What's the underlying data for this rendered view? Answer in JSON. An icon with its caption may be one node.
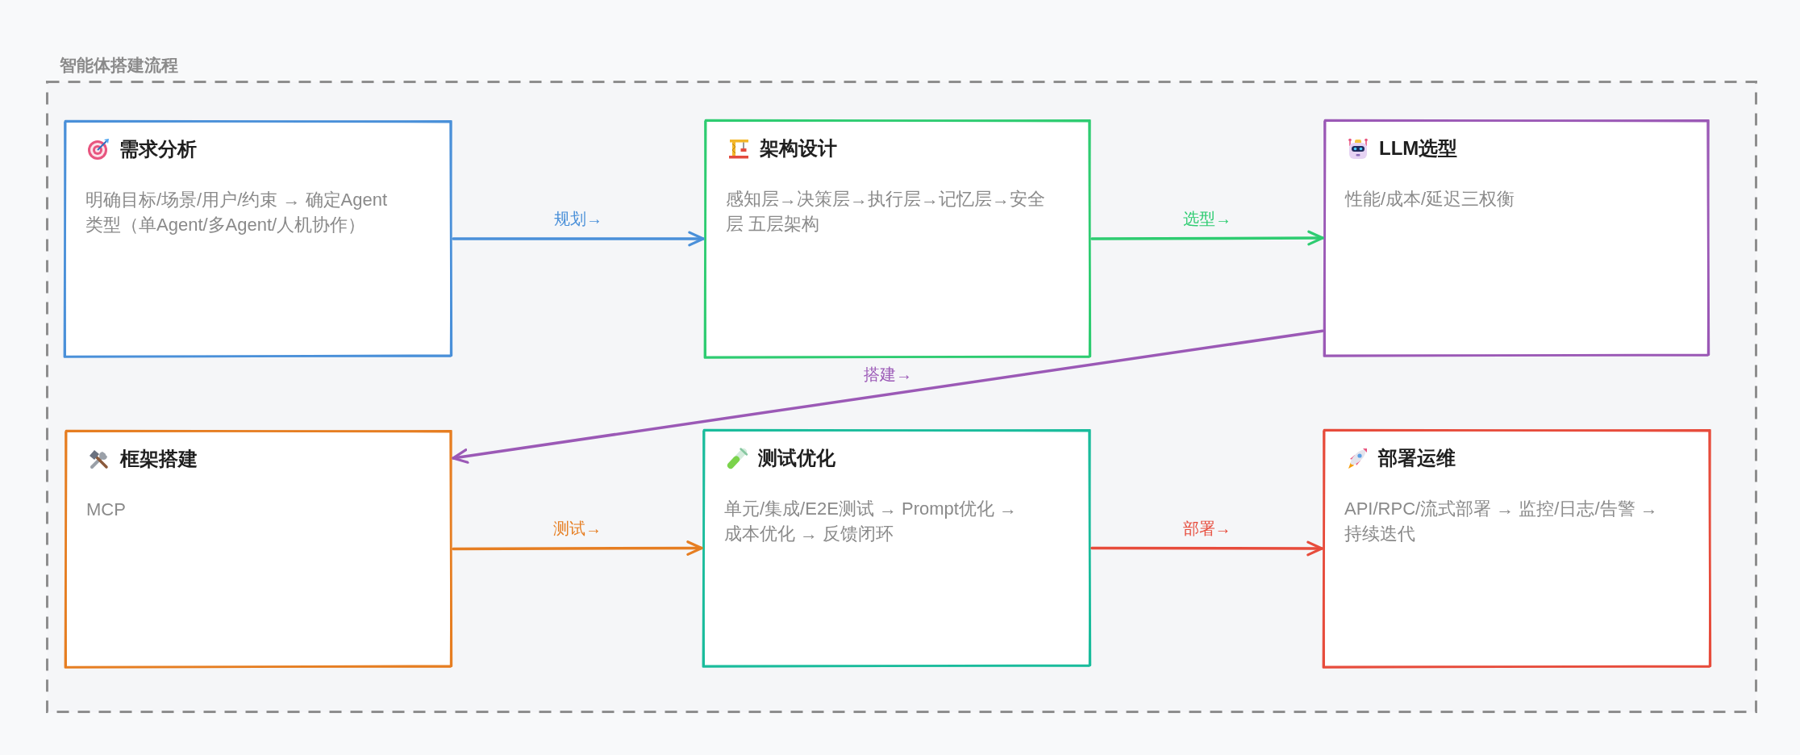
{
  "diagram": {
    "nodes": [
      {
        "text": [
          "智能体搭建流程"
        ]
      },
      {
        "text": [
          "需求分析",
          "明确目标/场景/用户/约束 → 确定Agent类型（单Agent/多Agent/人机协作）"
        ],
        "in": 0
      },
      {
        "text": [
          "架构设计",
          "感知层→决策层→执行层→记忆层→安全层 五层架构"
        ],
        "in": 0
      },
      {
        "text": [
          "LLM选型",
          "性能/成本/延迟三权衡"
        ],
        "in": 0
      },
      {
        "text": [
          "框架搭建",
          "MCP"
        ],
        "in": 0
      },
      {
        "text": [
          "测试优化",
          "单元/集成/E2E测试 → Prompt优化 → 成本优化 → 反馈闭环"
        ],
        "in": 0
      },
      {
        "text": [
          "部署运维",
          "API/RPC/流式部署 → 监控/日志/告警 → 持续迭代"
        ],
        "in": 0
      }
    ],
    "edges": [
      {
        "from": 1,
        "to": 2,
        "arrow": "to",
        "label": "规划→",
        "color": "#4a90d9"
      },
      {
        "from": 2,
        "to": 3,
        "arrow": "to",
        "label": "选型→",
        "color": "#2ecc71"
      },
      {
        "from": 3,
        "to": 4,
        "arrow": "to",
        "label": "搭建→",
        "color": "#9b59b6"
      },
      {
        "from": 4,
        "to": 5,
        "arrow": "to",
        "label": "测试→",
        "color": "#e67e22"
      },
      {
        "from": 5,
        "to": 6,
        "arrow": "to",
        "label": "部署→",
        "color": "#e74c3c"
      }
    ]
  }
}
